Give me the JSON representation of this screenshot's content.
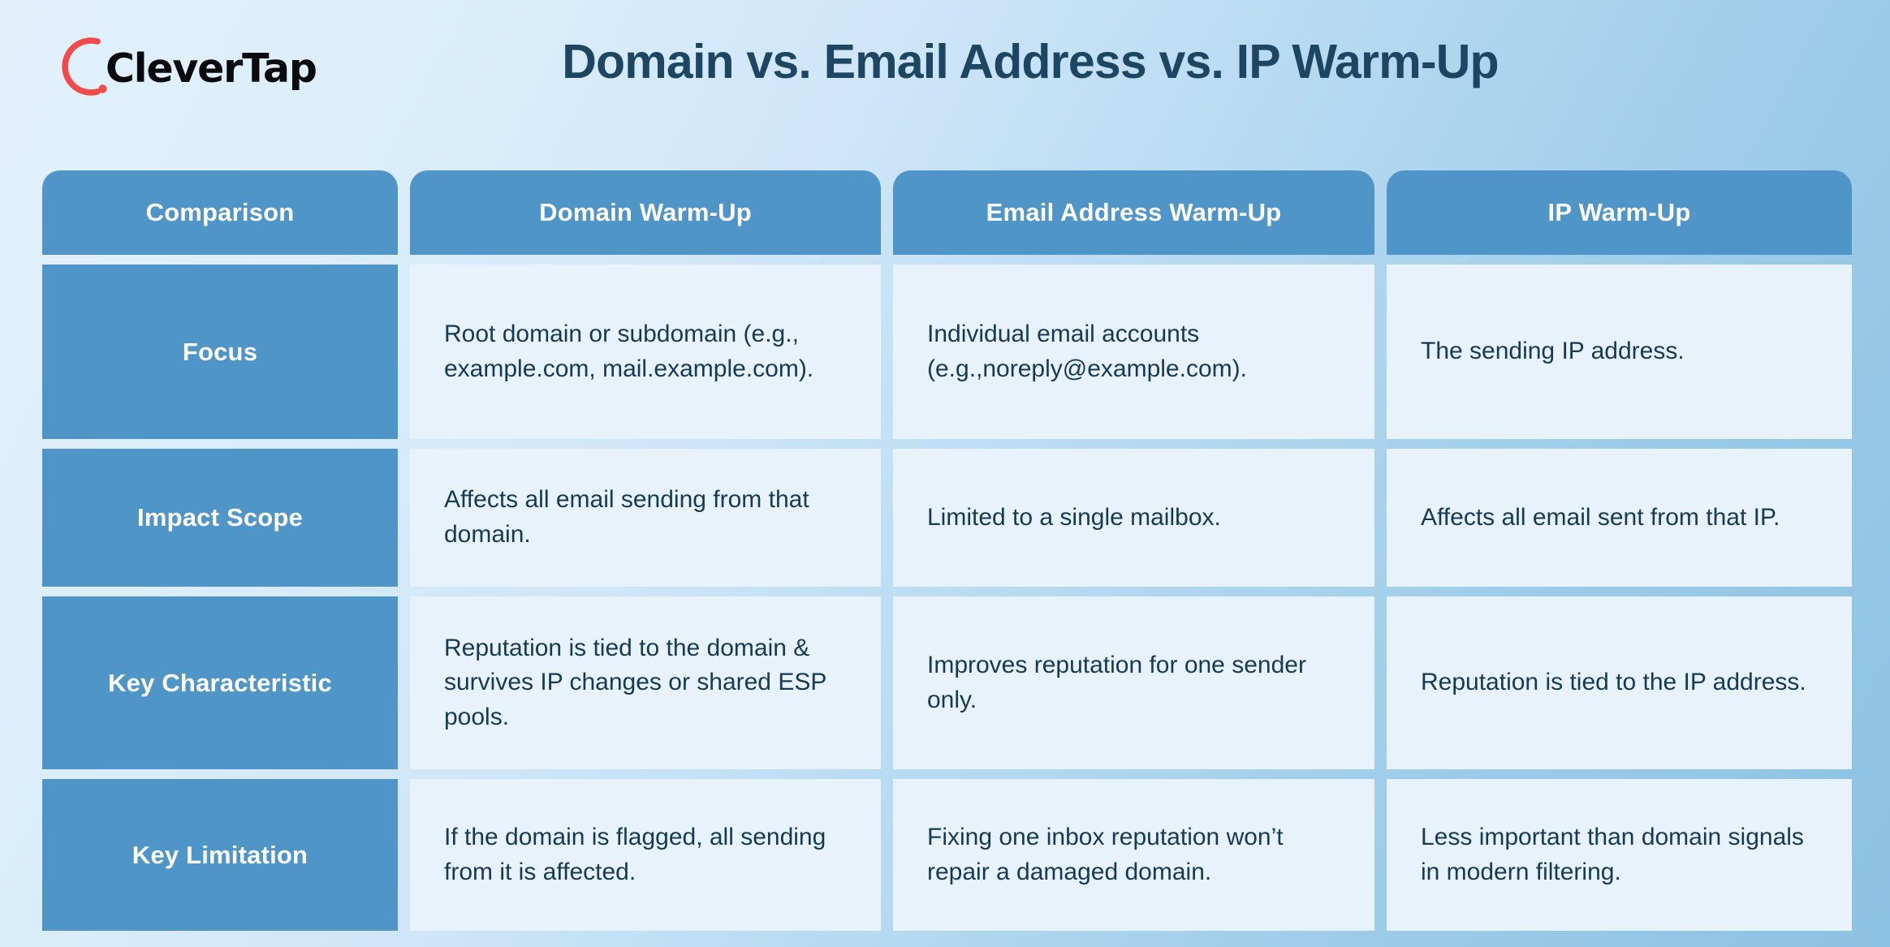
{
  "brand": {
    "name": "CleverTap",
    "logo_icon": "clevertap-arc-logo",
    "arc_color": "#f04a4a",
    "wordmark_color": "#0b0b0d"
  },
  "header": {
    "title": "Domain vs. Email Address vs. IP Warm-Up",
    "title_color": "#1d4663"
  },
  "theme": {
    "background_from": "#e2f0fc",
    "background_to": "#8cc2e3",
    "header_cell_bg": "#4f95c8",
    "label_cell_bg": "#4f95c8",
    "body_cell_bg": "#e7f2fb",
    "body_text_color": "#163a55",
    "header_text_color": "#ffffff"
  },
  "table": {
    "columns": [
      "Comparison",
      "Domain Warm-Up",
      "Email Address Warm-Up",
      "IP Warm-Up"
    ],
    "rows": [
      {
        "label": "Focus",
        "domain": "Root domain or subdomain (e.g., example.com, mail.example.com).",
        "email": "Individual email accounts (e.g.,noreply@example.com).",
        "ip": "The sending IP address."
      },
      {
        "label": "Impact Scope",
        "domain": "Affects all email sending from that domain.",
        "email": "Limited to a single mailbox.",
        "ip": "Affects all email sent from that IP."
      },
      {
        "label": "Key Characteristic",
        "domain": "Reputation is tied to the domain & survives IP changes or shared ESP pools.",
        "email": "Improves reputation for one sender only.",
        "ip": "Reputation is tied to the IP address."
      },
      {
        "label": "Key Limitation",
        "domain": "If the domain is flagged, all sending from it is affected.",
        "email": "Fixing one inbox reputation won’t repair a damaged domain.",
        "ip": "Less important than domain signals in modern filtering."
      }
    ]
  }
}
